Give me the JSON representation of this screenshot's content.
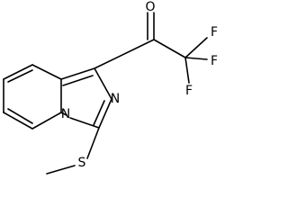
{
  "molecule": {
    "atoms": {
      "oxygen": "O",
      "fluorine_top": "F",
      "fluorine_right": "F",
      "fluorine_bottom": "F",
      "nitrogen_bridge": "N",
      "nitrogen_ring": "N",
      "sulfur": "S"
    }
  },
  "colors": {
    "bond": "#000000",
    "background": "#ffffff"
  }
}
